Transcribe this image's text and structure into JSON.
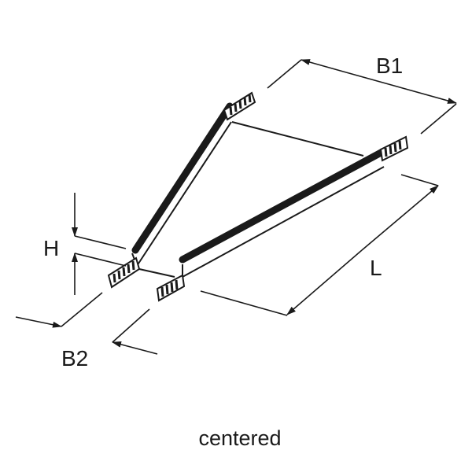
{
  "dimensions": {
    "b1": "B1",
    "b2": "B2",
    "h": "H",
    "l": "L"
  },
  "caption": "centered",
  "colors": {
    "ink": "#1a1a1a",
    "background": "#ffffff"
  }
}
